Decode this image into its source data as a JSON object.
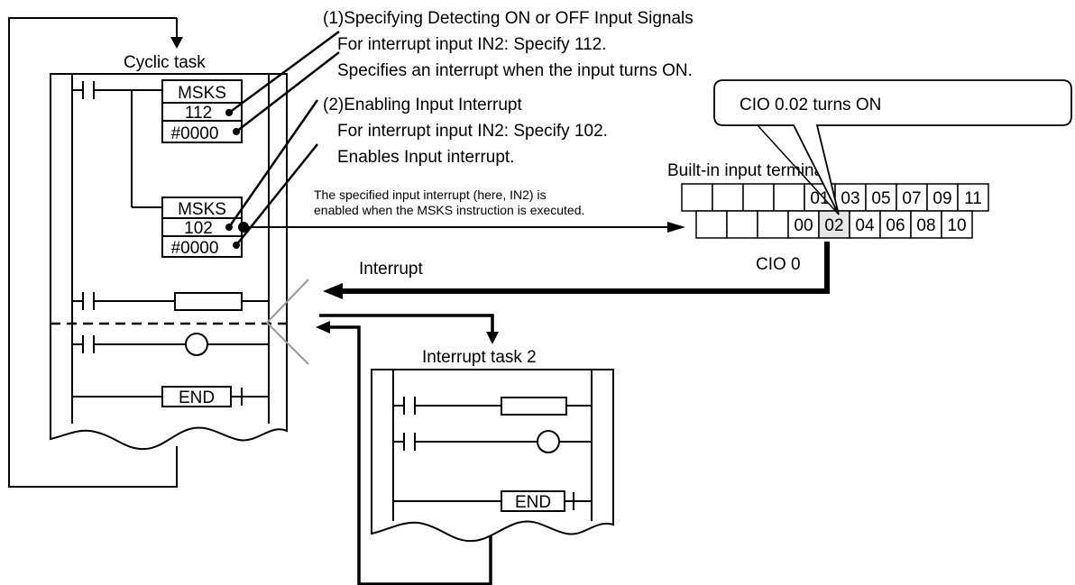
{
  "labels": {
    "cyclic_task": "Cyclic task",
    "interrupt_task": "Interrupt task 2",
    "interrupt": "Interrupt",
    "builtin_terminal": "Built-in input terminal",
    "cio0": "CIO 0",
    "callout": "CIO 0.02 turns ON"
  },
  "annotations": {
    "step1_title": "(1)Specifying Detecting ON or OFF Input Signals",
    "step1_line1": "For interrupt input IN2: Specify 112.",
    "step1_line2": "Specifies an interrupt when the input turns ON.",
    "step2_title": "(2)Enabling Input Interrupt",
    "step2_line1": "For interrupt input IN2: Specify 102.",
    "step2_line2": "Enables Input interrupt.",
    "note_line1": "The specified input interrupt (here, IN2) is",
    "note_line2": "enabled when the MSKS instruction is executed."
  },
  "ladder": {
    "msks1": {
      "name": "MSKS",
      "op1": "112",
      "op2": "#0000"
    },
    "msks2": {
      "name": "MSKS",
      "op1": "102",
      "op2": "#0000"
    },
    "end": "END"
  },
  "interrupt_ladder": {
    "end": "END"
  },
  "terminal": {
    "top_row": [
      "",
      "",
      "",
      "",
      "01",
      "03",
      "05",
      "07",
      "09",
      "11"
    ],
    "bottom_row": [
      "",
      "",
      "",
      "00",
      "02",
      "04",
      "06",
      "08",
      "10"
    ],
    "highlighted": "02"
  },
  "colors": {
    "line": "#000000",
    "highlight": "#e6e6e6",
    "bracket": "#9a9a9a"
  }
}
